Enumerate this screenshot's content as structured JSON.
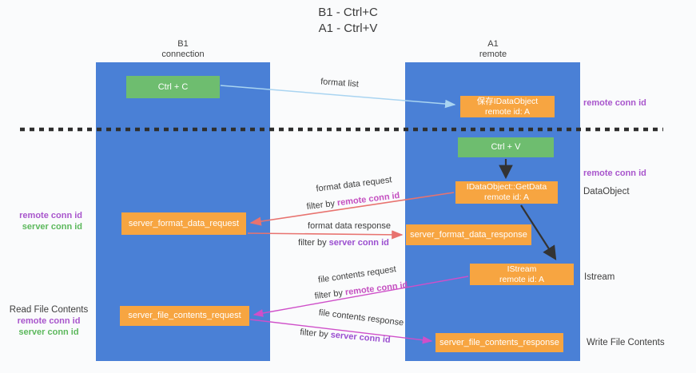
{
  "title": {
    "line1": "B1 - Ctrl+C",
    "line2": "A1 - Ctrl+V"
  },
  "lifelines": {
    "left": {
      "name": "B1",
      "role": "connection"
    },
    "right": {
      "name": "A1",
      "role": "remote"
    }
  },
  "nodes": {
    "ctrl_c": {
      "label": "Ctrl + C"
    },
    "save_idataobject": {
      "line1": "保存IDataObject",
      "line2": "remote id: A"
    },
    "ctrl_v": {
      "label": "Ctrl + V"
    },
    "idataobject_getdata": {
      "line1": "IDataObject::GetData",
      "line2": "remote id: A"
    },
    "server_format_data_request": {
      "label": "server_format_data_request"
    },
    "server_format_data_response": {
      "label": "server_format_data_response"
    },
    "istream": {
      "line1": "IStream",
      "line2": "remote id: A"
    },
    "server_file_contents_request": {
      "label": "server_file_contents_request"
    },
    "server_file_contents_response": {
      "label": "server_file_contents_response"
    }
  },
  "arrows": {
    "format_list": {
      "label": "format list"
    },
    "format_data_request": {
      "label": "format data request",
      "filter_prefix": "filter by ",
      "filter_key": "remote conn id"
    },
    "format_data_response": {
      "label": "format data response",
      "filter_prefix": "filter by ",
      "filter_key": "server conn id"
    },
    "file_contents_request": {
      "label": "file contents request",
      "filter_prefix": "filter by ",
      "filter_key": "remote conn id"
    },
    "file_contents_response": {
      "label": "file contents response",
      "filter_prefix": "filter by ",
      "filter_key": "server conn id"
    }
  },
  "side_labels": {
    "right_top_remote_conn_id": "remote conn id",
    "right_mid_remote_conn_id": "remote conn id",
    "right_dataobject": "DataObject",
    "right_istream": "Istream",
    "right_write_file_contents": "Write File Contents",
    "left_format_remote_conn_id": "remote conn id",
    "left_format_server_conn_id": "server conn id",
    "left_read_file_contents": "Read File Contents",
    "left_file_remote_conn_id": "remote conn id",
    "left_file_server_conn_id": "server conn id"
  },
  "colors": {
    "lifeline_blue": "#4a80d6",
    "box_green": "#6ebd6f",
    "box_orange": "#f7a541",
    "arrow_lightblue": "#a9d4f1",
    "arrow_red": "#e8736f",
    "arrow_magenta": "#cf4fc9",
    "arrow_black": "#333333",
    "text_purple": "#a855cc",
    "text_magenta": "#c44fc0",
    "text_violet": "#9b4fd0",
    "text_green": "#5cb85c",
    "dash_line": "#2e2e2e",
    "background": "#fafbfc"
  }
}
